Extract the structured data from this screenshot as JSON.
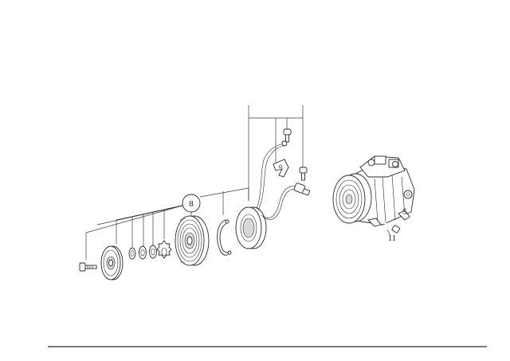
{
  "callouts": {
    "assembly": "8",
    "compressor": "5",
    "bolt": "11"
  }
}
